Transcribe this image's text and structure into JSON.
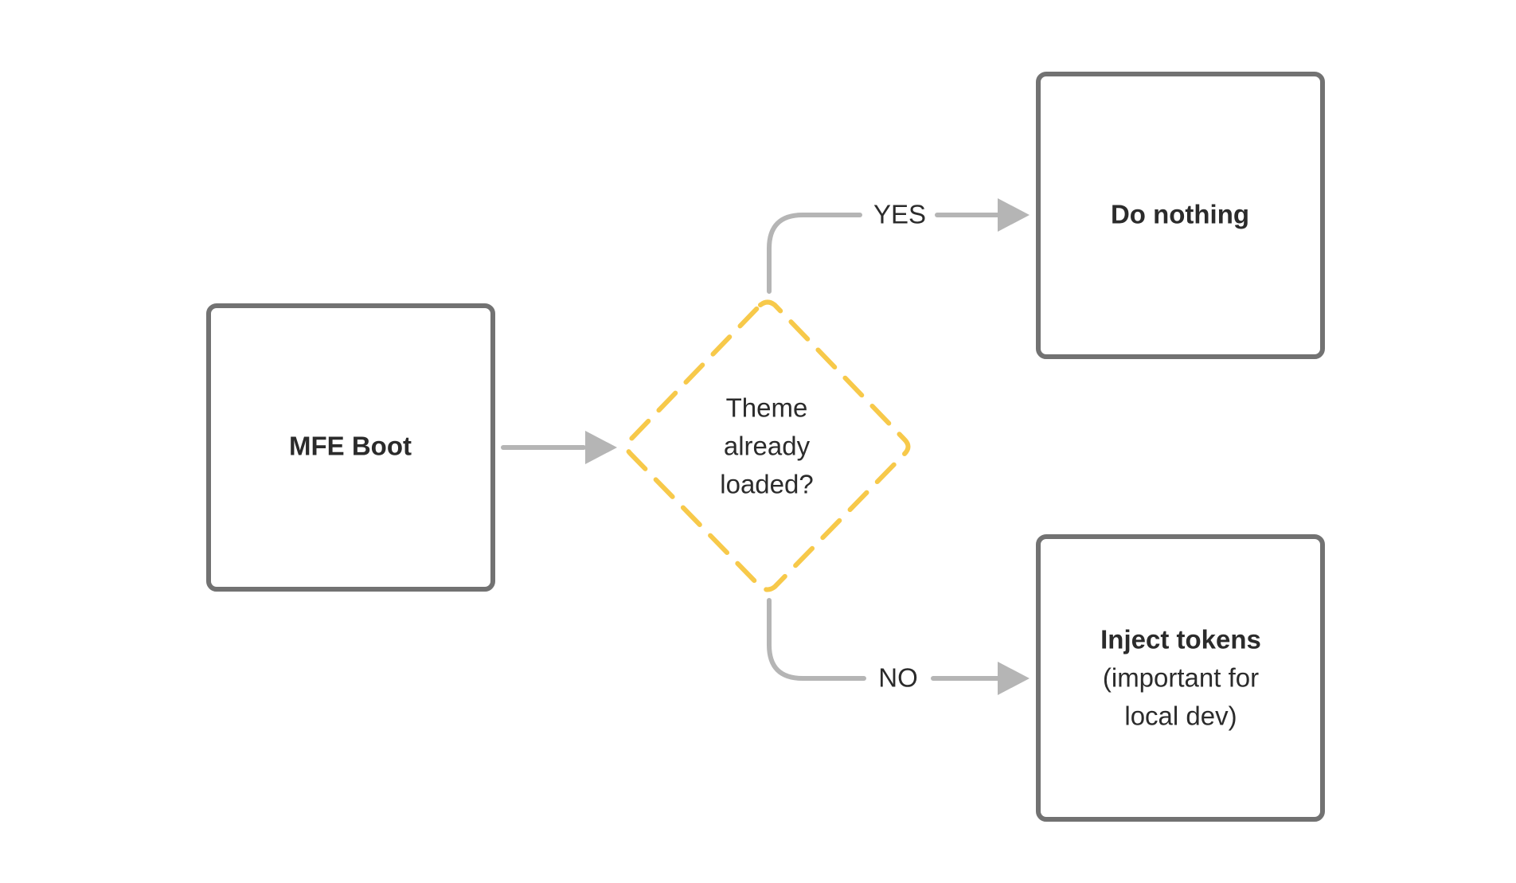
{
  "colors": {
    "box_stroke": "#727272",
    "decision_stroke": "#F7C94A",
    "connector": "#B5B5B5",
    "text": "#2b2b2b",
    "background": "#ffffff"
  },
  "nodes": {
    "boot": {
      "label": "MFE Boot"
    },
    "decision": {
      "line1": "Theme",
      "line2": "already",
      "line3": "loaded?"
    },
    "do_nothing": {
      "label": "Do nothing"
    },
    "inject": {
      "title": "Inject tokens",
      "line2": "(important for",
      "line3": "local dev)"
    }
  },
  "edges": {
    "yes_label": "YES",
    "no_label": "NO"
  }
}
